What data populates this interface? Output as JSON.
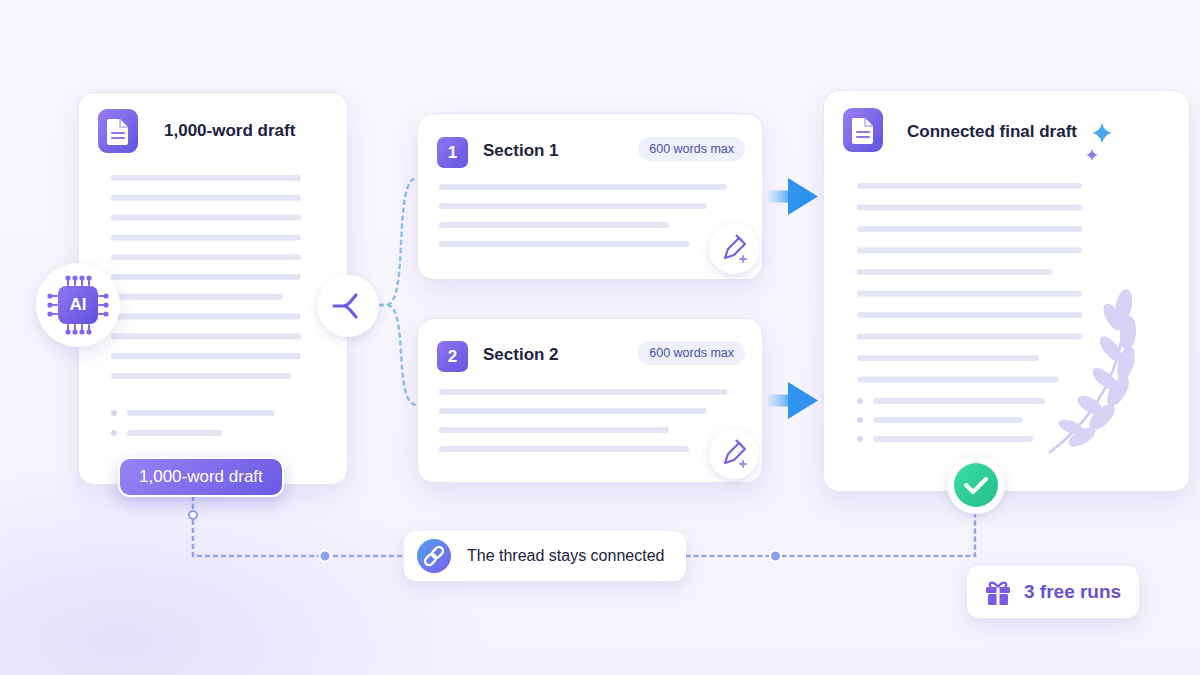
{
  "diagram": {
    "nodes": [
      {
        "text": [
          "1,000-word draft"
        ]
      },
      {
        "text": [
          "1,000-word draft"
        ]
      },
      {
        "text": [
          "AI"
        ]
      },
      {
        "text": [
          "Section 1"
        ]
      },
      {
        "text": [
          "1"
        ],
        "in": 3
      },
      {
        "text": [
          "600 words max"
        ],
        "in": 3
      },
      {
        "text": [
          "Section 2"
        ]
      },
      {
        "text": [
          "2"
        ],
        "in": 6
      },
      {
        "text": [
          "600 words max"
        ],
        "in": 6
      },
      {
        "text": [
          "Connected final draft"
        ]
      },
      {
        "text": [
          "The thread stays connected"
        ]
      },
      {
        "text": [
          "3 free runs"
        ]
      }
    ],
    "edges": [
      {
        "from": 0,
        "to": 3,
        "arrow": "none"
      },
      {
        "from": 0,
        "to": 6,
        "arrow": "none"
      },
      {
        "from": 3,
        "to": 9,
        "arrow": "to"
      },
      {
        "from": 6,
        "to": 9,
        "arrow": "to"
      },
      {
        "from": 1,
        "to": 10,
        "arrow": "none"
      },
      {
        "from": 10,
        "to": 9,
        "arrow": "none"
      }
    ]
  }
}
